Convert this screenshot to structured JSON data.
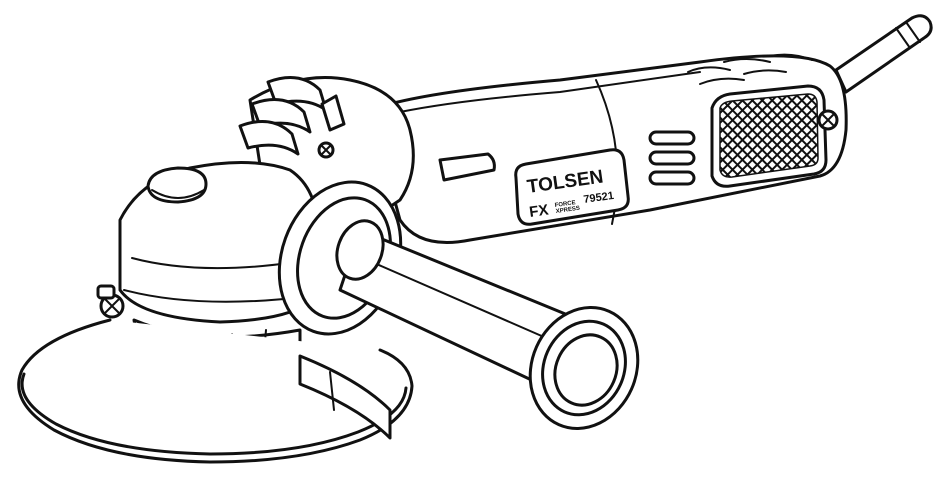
{
  "illustration": {
    "subject": "angle-grinder",
    "brand_label": "TOLSEN",
    "series_logo": "FX",
    "series_line1": "FORCE",
    "series_line2": "XPRESS",
    "model_number": "79521",
    "line_color": "#111111",
    "background_color": "#ffffff"
  }
}
